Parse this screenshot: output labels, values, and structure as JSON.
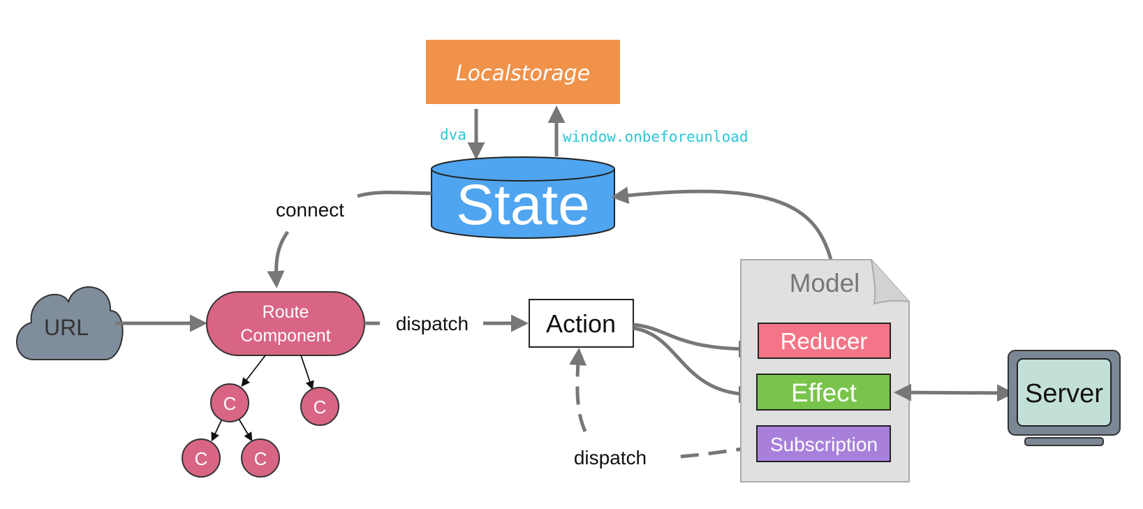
{
  "localstorage": {
    "label": "Localstorage"
  },
  "labels": {
    "dva": "dva",
    "onbeforeunload": "window.onbeforeunload",
    "connect": "connect",
    "dispatch_main": "dispatch",
    "dispatch_sub": "dispatch"
  },
  "state": {
    "label": "State"
  },
  "url": {
    "label": "URL"
  },
  "route_component": {
    "line1": "Route",
    "line2": "Component"
  },
  "children": [
    "C",
    "C",
    "C",
    "C"
  ],
  "action": {
    "label": "Action"
  },
  "model": {
    "title": "Model",
    "items": {
      "reducer": "Reducer",
      "effect": "Effect",
      "subscription": "Subscription"
    }
  },
  "server": {
    "label": "Server"
  },
  "colors": {
    "localstorage": "#F0924A",
    "state": "#4FA5F0",
    "url_cloud": "#7F8D9C",
    "route_component": "#D96585",
    "reducer": "#F47587",
    "effect": "#79C44B",
    "subscription": "#A880DC",
    "model_doc": "#E0E0E0",
    "server_screen": "#C2E0D7",
    "server_frame": "#7C8795",
    "annotation": "#2CC6D6",
    "arrow": "#777777"
  }
}
